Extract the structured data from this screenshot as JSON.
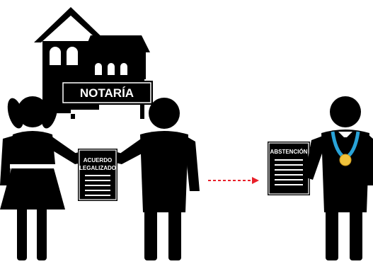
{
  "notary": {
    "sign_label": "NOTARÍA"
  },
  "agreement_doc": {
    "title_line1": "ACUERDO",
    "title_line2": "LEGALIZADO"
  },
  "abstention_doc": {
    "title": "ABSTENCIÓN"
  },
  "colors": {
    "silhouette": "#000000",
    "arrow": "#e8202a",
    "medal_ribbon": "#29a3d8",
    "medal": "#f0c33c",
    "background": "#ffffff"
  }
}
